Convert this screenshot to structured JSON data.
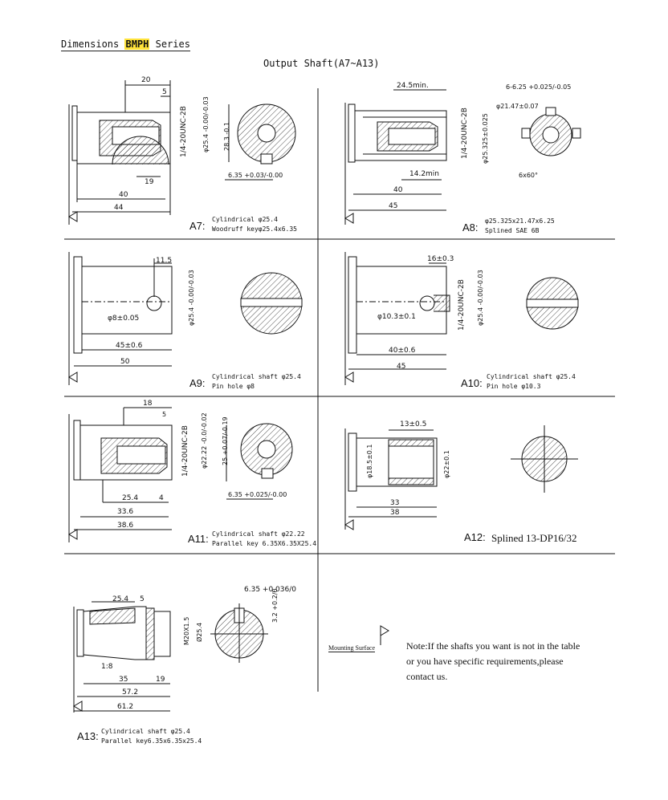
{
  "header": {
    "prefix": "Dimensions ",
    "series": "BMPH",
    "suffix": " Series"
  },
  "subtitle": "Output Shaft(A7~A13)",
  "panels": {
    "a7": {
      "code": "A7:",
      "line1": "Cylindrical  φ25.4",
      "line2": "Woodruff keyφ25.4x6.35",
      "dims": {
        "d20": "20",
        "d5": "5",
        "d19": "19",
        "d40": "40",
        "d44": "44",
        "thread": "1/4-20UNC-2B",
        "dia": "φ25.4 -0.00/-0.03",
        "h": "28.3 -0.1",
        "key": "6.35 +0.03/-0.00"
      }
    },
    "a8": {
      "code": "A8:",
      "line1": "φ25.325x21.47x6.25",
      "line2": "Splined SAE 6B",
      "dims": {
        "d24": "24.5min.",
        "d14": "14.2min",
        "d40": "40",
        "d45": "45",
        "thread": "1/4-20UNC-2B",
        "dia": "φ25.325±0.025",
        "w": "6-6.25 +0.025/-0.05",
        "minor": "φ21.47±0.07",
        "angle": "6x60°"
      }
    },
    "a9": {
      "code": "A9:",
      "line1": "Cylindrical shaft  φ25.4",
      "line2": "Pin hole  φ8",
      "dims": {
        "d115": "11.5",
        "pin": "φ8±0.05",
        "d45": "45±0.6",
        "d50": "50",
        "dia": "φ25.4 -0.00/-0.03"
      }
    },
    "a10": {
      "code": "A10:",
      "line1": "Cylindrical shaft  φ25.4",
      "line2": "Pin hole  φ10.3",
      "dims": {
        "d16": "16±0.3",
        "pin": "φ10.3±0.1",
        "d40": "40±0.6",
        "d45": "45",
        "thread": "1/4-20UNC-2B",
        "dia": "φ25.4 -0.00/-0.03"
      }
    },
    "a11": {
      "code": "A11:",
      "line1": "Cylindrical shaft  φ22.22",
      "line2": "Parallel key 6.35X6.35X25.4",
      "dims": {
        "d18": "18",
        "d5": "5",
        "d254": "25.4",
        "d4": "4",
        "d336": "33.6",
        "d386": "38.6",
        "thread": "1/4-20UNC-2B",
        "dia": "φ22.22 -0.0/-0.02",
        "h": "25 +0.07/-0.19",
        "key": "6.35 +0.025/-0.00"
      }
    },
    "a12": {
      "code": "A12:",
      "text": "Splined 13-DP16/32",
      "dims": {
        "d13": "13±0.5",
        "d33": "33",
        "d38": "38",
        "dia1": "φ18.5±0.1",
        "dia2": "φ22±0.1"
      }
    },
    "a13": {
      "code": "A13:",
      "line1": "Cylindrical shaft  φ25.4",
      "line2": "Parallel key6.35x6.35x25.4",
      "dims": {
        "d254": "25.4",
        "d5": "5",
        "taper": "1:8",
        "d35": "35",
        "d19": "19",
        "d572": "57.2",
        "d612": "61.2",
        "thread": "M20X1.5",
        "dia": "Ø25.4",
        "key": "6.35 +0.036/0",
        "depth": "3.2 +0.2/0"
      }
    }
  },
  "mounting": "Mounting Surface",
  "note": {
    "line1": "Note:If the shafts you want is not in the table",
    "line2": "or you have specific requirements,please",
    "line3": "contact us."
  }
}
